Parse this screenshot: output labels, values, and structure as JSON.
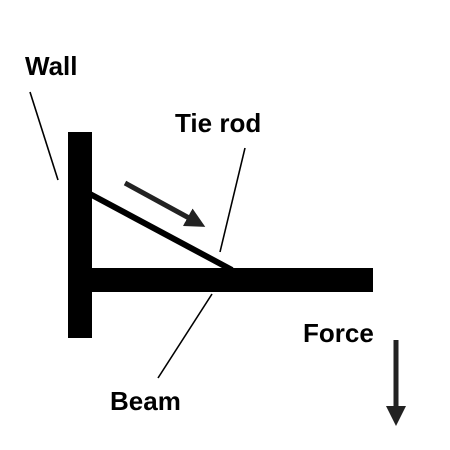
{
  "labels": {
    "wall": "Wall",
    "tie_rod": "Tie rod",
    "beam": "Beam",
    "force": "Force"
  },
  "colors": {
    "structure": "#000000",
    "arrow": "#222222",
    "background": "#ffffff"
  }
}
